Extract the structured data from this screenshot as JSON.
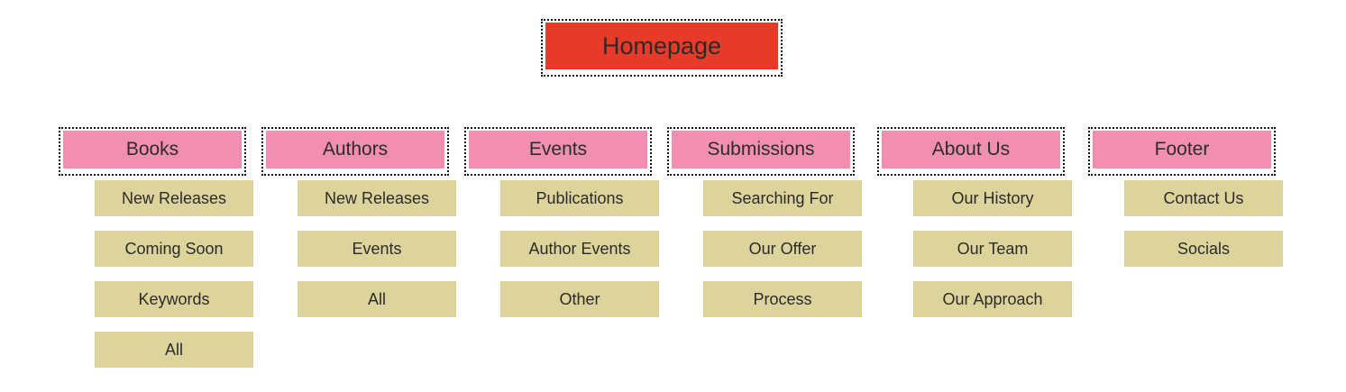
{
  "palette": {
    "background": "#ffffff",
    "root-fill": "#e73b29",
    "section-fill": "#f28fb1",
    "item-fill": "#ddd49b",
    "text": "#2b2b2b",
    "outline": "#151515"
  },
  "sitemap": {
    "root": {
      "label": "Homepage"
    },
    "columns": [
      {
        "label": "Books",
        "items": [
          "New Releases",
          "Coming Soon",
          "Keywords",
          "All"
        ]
      },
      {
        "label": "Authors",
        "items": [
          "New Releases",
          "Events",
          "All"
        ]
      },
      {
        "label": "Events",
        "items": [
          "Publications",
          "Author Events",
          "Other"
        ]
      },
      {
        "label": "Submissions",
        "items": [
          "Searching For",
          "Our Offer",
          "Process"
        ]
      },
      {
        "label": "About Us",
        "items": [
          "Our History",
          "Our Team",
          "Our Approach"
        ]
      },
      {
        "label": "Footer",
        "items": [
          "Contact Us",
          "Socials"
        ]
      }
    ]
  }
}
